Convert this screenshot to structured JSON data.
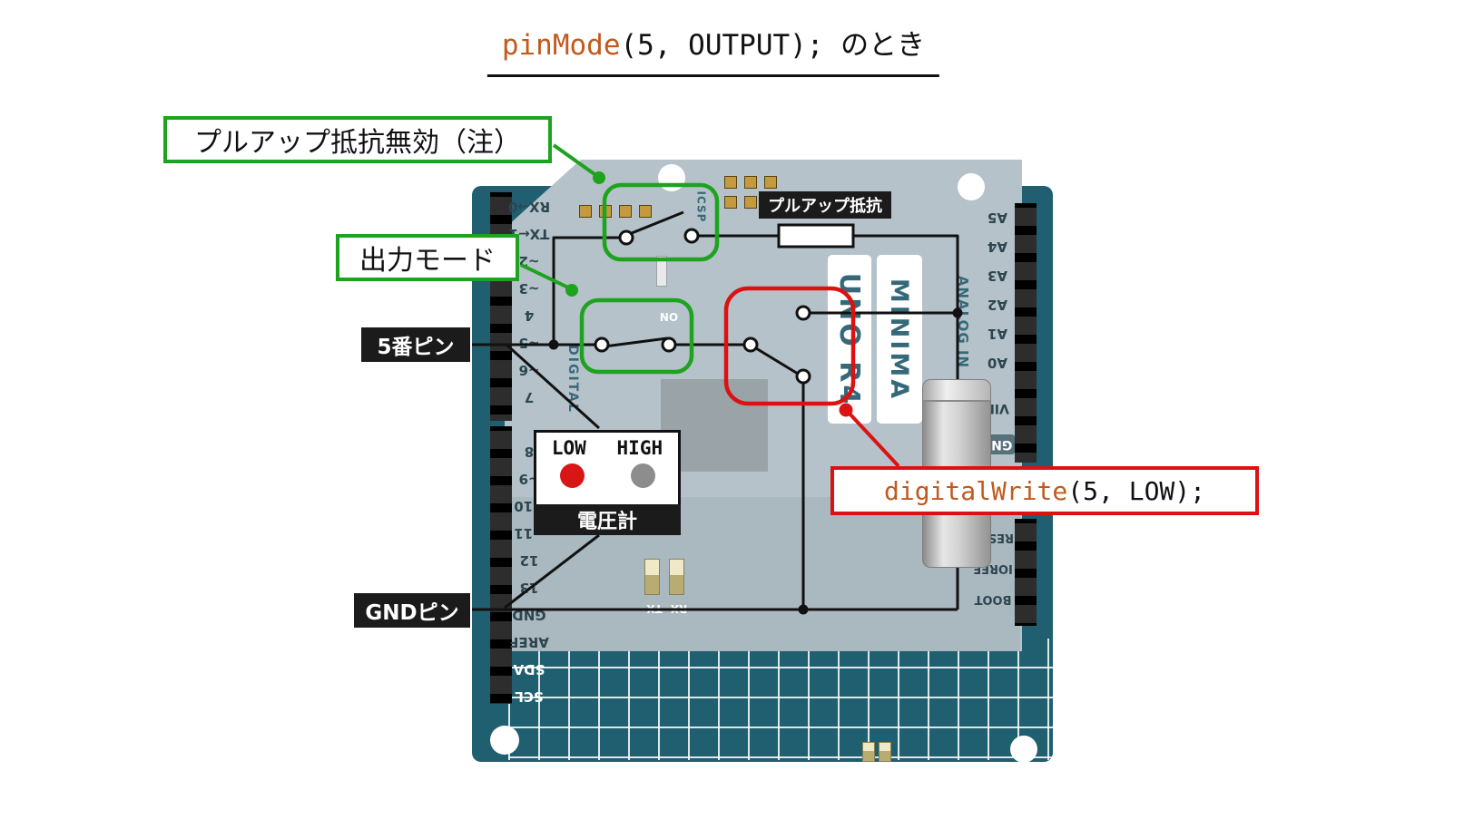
{
  "title": {
    "code": "pinMode",
    "rest": "(5, OUTPUT); のとき"
  },
  "callouts": {
    "pullup_disabled": "プルアップ抵抗無効（注）",
    "output_mode": "出力モード",
    "pin5": "5番ピン",
    "gnd": "GNDピン",
    "pullup_resistor": "プルアップ抵抗",
    "digitalwrite_code": "digitalWrite",
    "digitalwrite_rest": "(5, LOW);"
  },
  "voltmeter": {
    "low": "LOW",
    "high": "HIGH",
    "name": "電圧計"
  },
  "board": {
    "silk": {
      "icsp": "ICSP",
      "model_line1": "UNO R4",
      "model_line2": "MINIMA",
      "analog_in": "ANALOG IN",
      "digital": "DIGITAL",
      "tx": "TX",
      "rx": "RX",
      "on": "ON"
    },
    "pins": {
      "left_top": [
        "RX→0",
        "TX←1",
        "~2",
        "~3",
        "4",
        "~5",
        "~6",
        "7"
      ],
      "left_bottom": [
        "8",
        "~9",
        "~10",
        "~11",
        "12",
        "13",
        "GND",
        "AREF",
        "SDA",
        "SCL"
      ],
      "right_top": [
        "A5",
        "A4",
        "A3",
        "A2",
        "A1",
        "A0"
      ],
      "right_power": [
        "VIN",
        "GND"
      ],
      "right_bottom": [
        "RESET",
        "IOREF",
        "BOOT"
      ]
    }
  },
  "colors": {
    "green": "#1da31d",
    "red": "#dc1212",
    "code_orange": "#c05a1d",
    "board_teal": "#1f5f70",
    "shield": "#b5c2c9",
    "label_bg": "#1b1b1b",
    "silk_teal": "#35697a",
    "led_red": "#d81616",
    "led_gray": "#8d8d8d"
  }
}
